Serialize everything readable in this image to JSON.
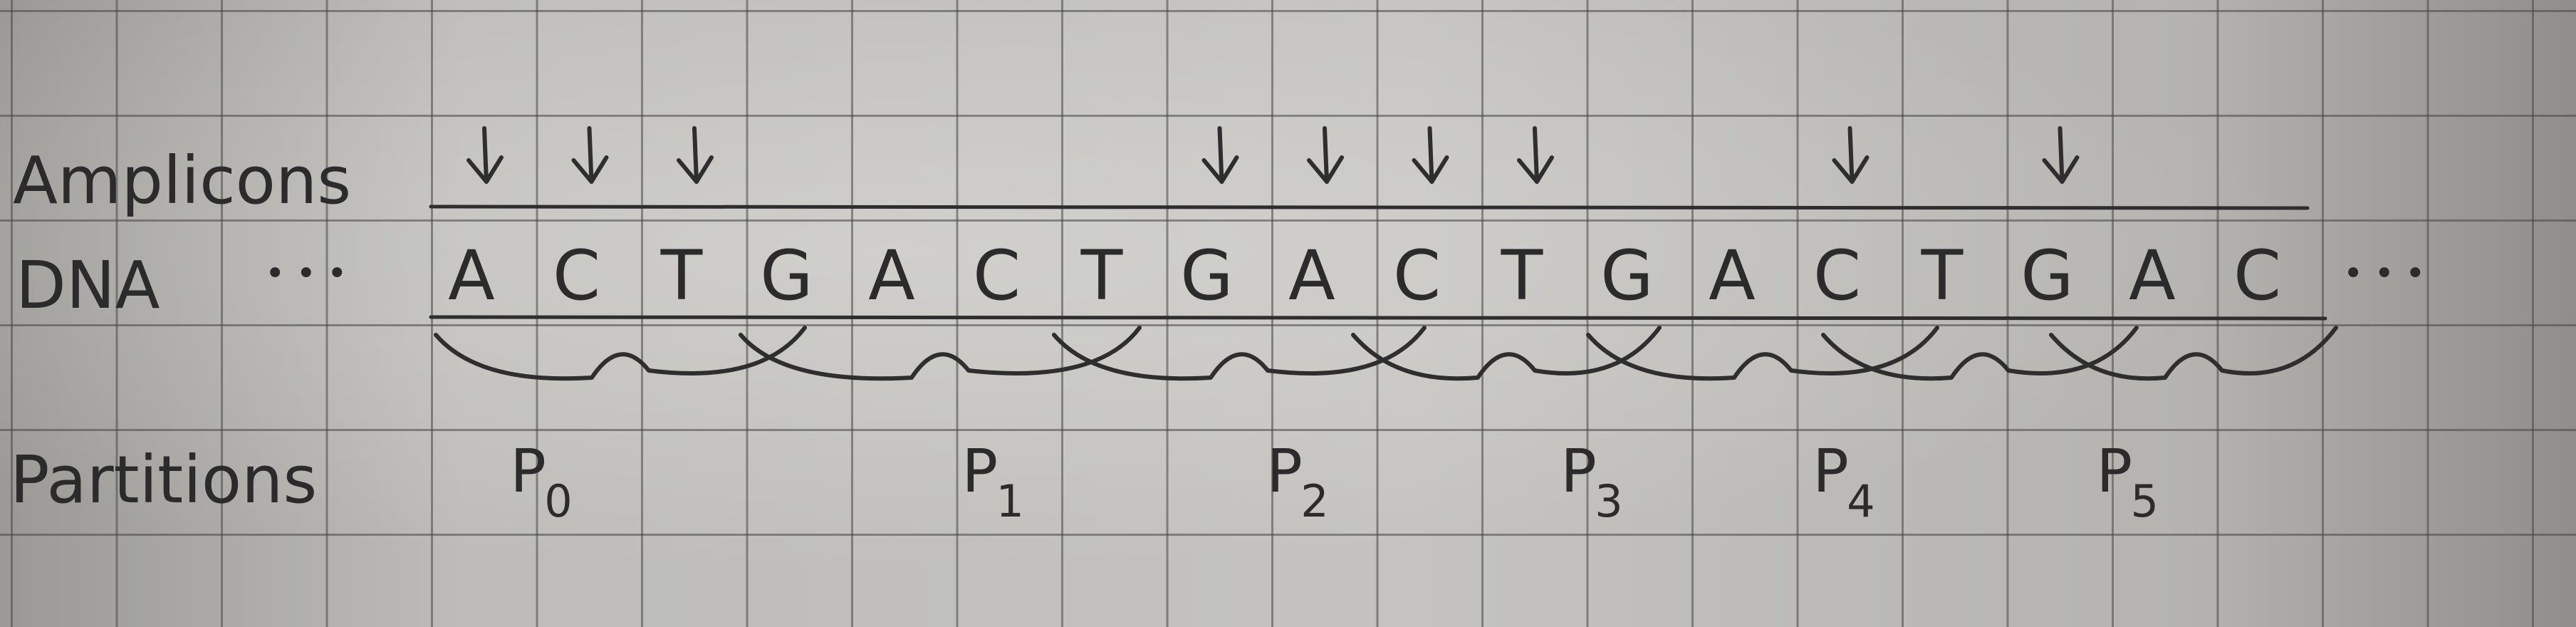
{
  "labels": {
    "amplicons": "Amplicons",
    "dna": "DNA",
    "partitions": "Partitions",
    "leading_dots": "• • •",
    "trailing_dots": "• • •"
  },
  "dna_bases": [
    "A",
    "C",
    "T",
    "G",
    "A",
    "C",
    "T",
    "G",
    "A",
    "C",
    "T",
    "G",
    "A",
    "C",
    "T",
    "G",
    "A",
    "C"
  ],
  "amplicon_arrow_positions": [
    0,
    1,
    2,
    7,
    8,
    9,
    10,
    13,
    15
  ],
  "partitions": [
    {
      "letter": "P",
      "sub": "0",
      "base_index": 0.3
    },
    {
      "letter": "P",
      "sub": "1",
      "base_index": 4.6
    },
    {
      "letter": "P",
      "sub": "2",
      "base_index": 7.5
    },
    {
      "letter": "P",
      "sub": "3",
      "base_index": 10.3
    },
    {
      "letter": "P",
      "sub": "4",
      "base_index": 12.7
    },
    {
      "letter": "P",
      "sub": "5",
      "base_index": 15.4
    }
  ],
  "ink_color": "#2e2e2e",
  "paper_color": "#b9b8b4"
}
